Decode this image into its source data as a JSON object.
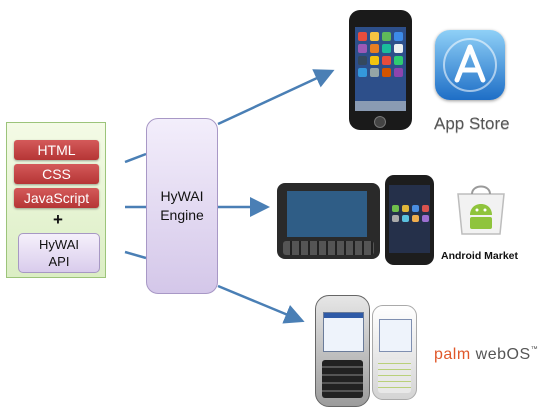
{
  "source": {
    "technologies": [
      "HTML",
      "CSS",
      "JavaScript"
    ],
    "plus": "+",
    "api_line1": "HyWAI",
    "api_line2": "API"
  },
  "engine": {
    "line1": "HyWAI",
    "line2": "Engine"
  },
  "targets": {
    "apple": {
      "store_label": "App Store"
    },
    "android": {
      "store_label": "Android Market"
    },
    "palm": {
      "brand_palm": "palm",
      "brand_webos": "webOS",
      "trademark": "™"
    }
  },
  "colors": {
    "tech_red": "#c94646",
    "arrow_blue": "#4a7fb5",
    "engine_lavender": "#e3dbf2",
    "panel_green": "#e8f5d6",
    "palm_orange": "#e0582a"
  }
}
